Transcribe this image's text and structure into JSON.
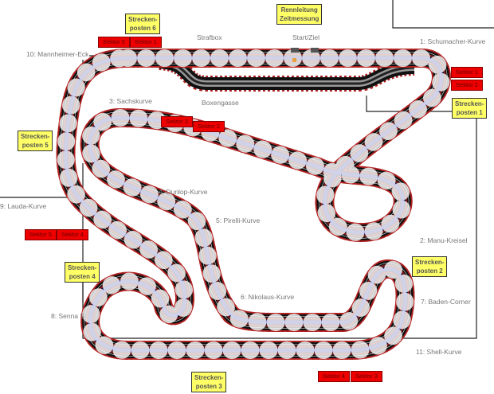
{
  "curves": {
    "mannheimer": "10: Mannheimer-Eck",
    "strafbox": "Strafbox",
    "start_ziel": "Start/Ziel",
    "schumacher": "1: Schumacher-Kurve",
    "sachskurve": "3: Sachskurve",
    "boxengasse": "Boxengasse",
    "dunlop": "4: Dunlop-Kurve",
    "pirelli": "5: Pirelli-Kurve",
    "manu": "2: Manu-Kreisel",
    "lauda": "9: Lauda-Kurve",
    "nikolaus": "6: Nikolaus-Kurve",
    "baden": "7: Baden-Corner",
    "senna": "8: Senna S",
    "shell": "11: Shell-Kurve"
  },
  "posts": {
    "p1": "Strecken-\nposten 1",
    "p2": "Strecken-\nposten 2",
    "p3": "Strecken-\nposten 3",
    "p4": "Strecken-\nposten 4",
    "p5": "Strecken-\nposten 5",
    "p6": "Strecken-\nposten 6",
    "race_control": "Rennleitung\nZeitmessung"
  },
  "sectors": {
    "top_left_a": "Sektor 5",
    "top_left_b": "Sektor 1",
    "right_a": "Sektor 1",
    "right_b": "Sektor 2",
    "mid_a": "Sektor 3",
    "mid_b": "Sektor 2",
    "left_a": "Sektor 5",
    "left_b": "Sektor 4",
    "bottom_a": "Sektor 4",
    "bottom_b": "Sektor 3"
  },
  "colors": {
    "kerb": "#b02020",
    "asphalt": "#111111",
    "lane_red": "#8b1a1a",
    "lane_blue": "#1a1a8c",
    "post": "#ffff66",
    "sector": "#ee0000"
  }
}
